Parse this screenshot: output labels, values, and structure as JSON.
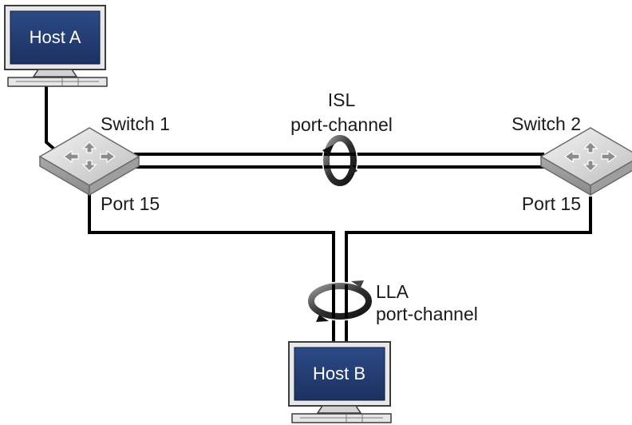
{
  "hosts": {
    "host_a": {
      "label": "Host A"
    },
    "host_b": {
      "label": "Host B"
    }
  },
  "switches": {
    "switch_1": {
      "label": "Switch 1",
      "port_label": "Port 15"
    },
    "switch_2": {
      "label": "Switch 2",
      "port_label": "Port 15"
    }
  },
  "isl": {
    "line1": "ISL",
    "line2": "port-channel"
  },
  "lla": {
    "line1": "LLA",
    "line2": "port-channel"
  },
  "colors": {
    "screen_fill": "#213a6b",
    "monitor_frame": "#e6e6e6",
    "switch_body": "#cfcfcf",
    "cable": "#000000"
  }
}
